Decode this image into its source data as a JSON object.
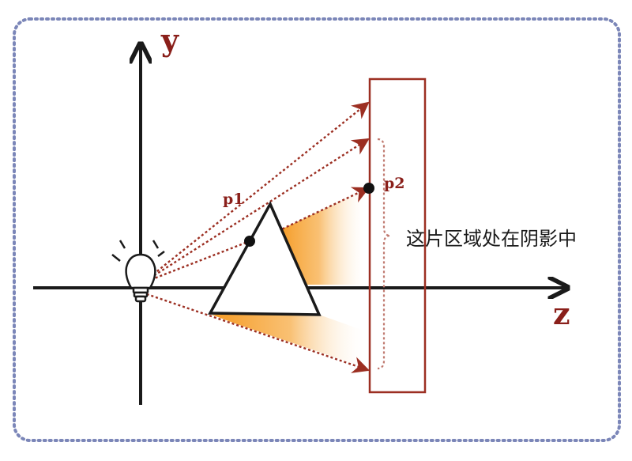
{
  "diagram": {
    "axis_y_label": "y",
    "axis_z_label": "z",
    "point1_label": "p1",
    "point2_label": "p2",
    "shadow_note": "这片区域处在阴影中"
  },
  "colors": {
    "frame_dots": "#7b86b8",
    "axis": "#1a1a1a",
    "ray": "#9c2f22",
    "screen_border": "#9c2f22",
    "shadow_orange": "#f7a53a",
    "label_dark_red": "#8a1f1a",
    "brace": "#c07a70"
  },
  "icons": {
    "light_source": "light-bulb-icon"
  }
}
